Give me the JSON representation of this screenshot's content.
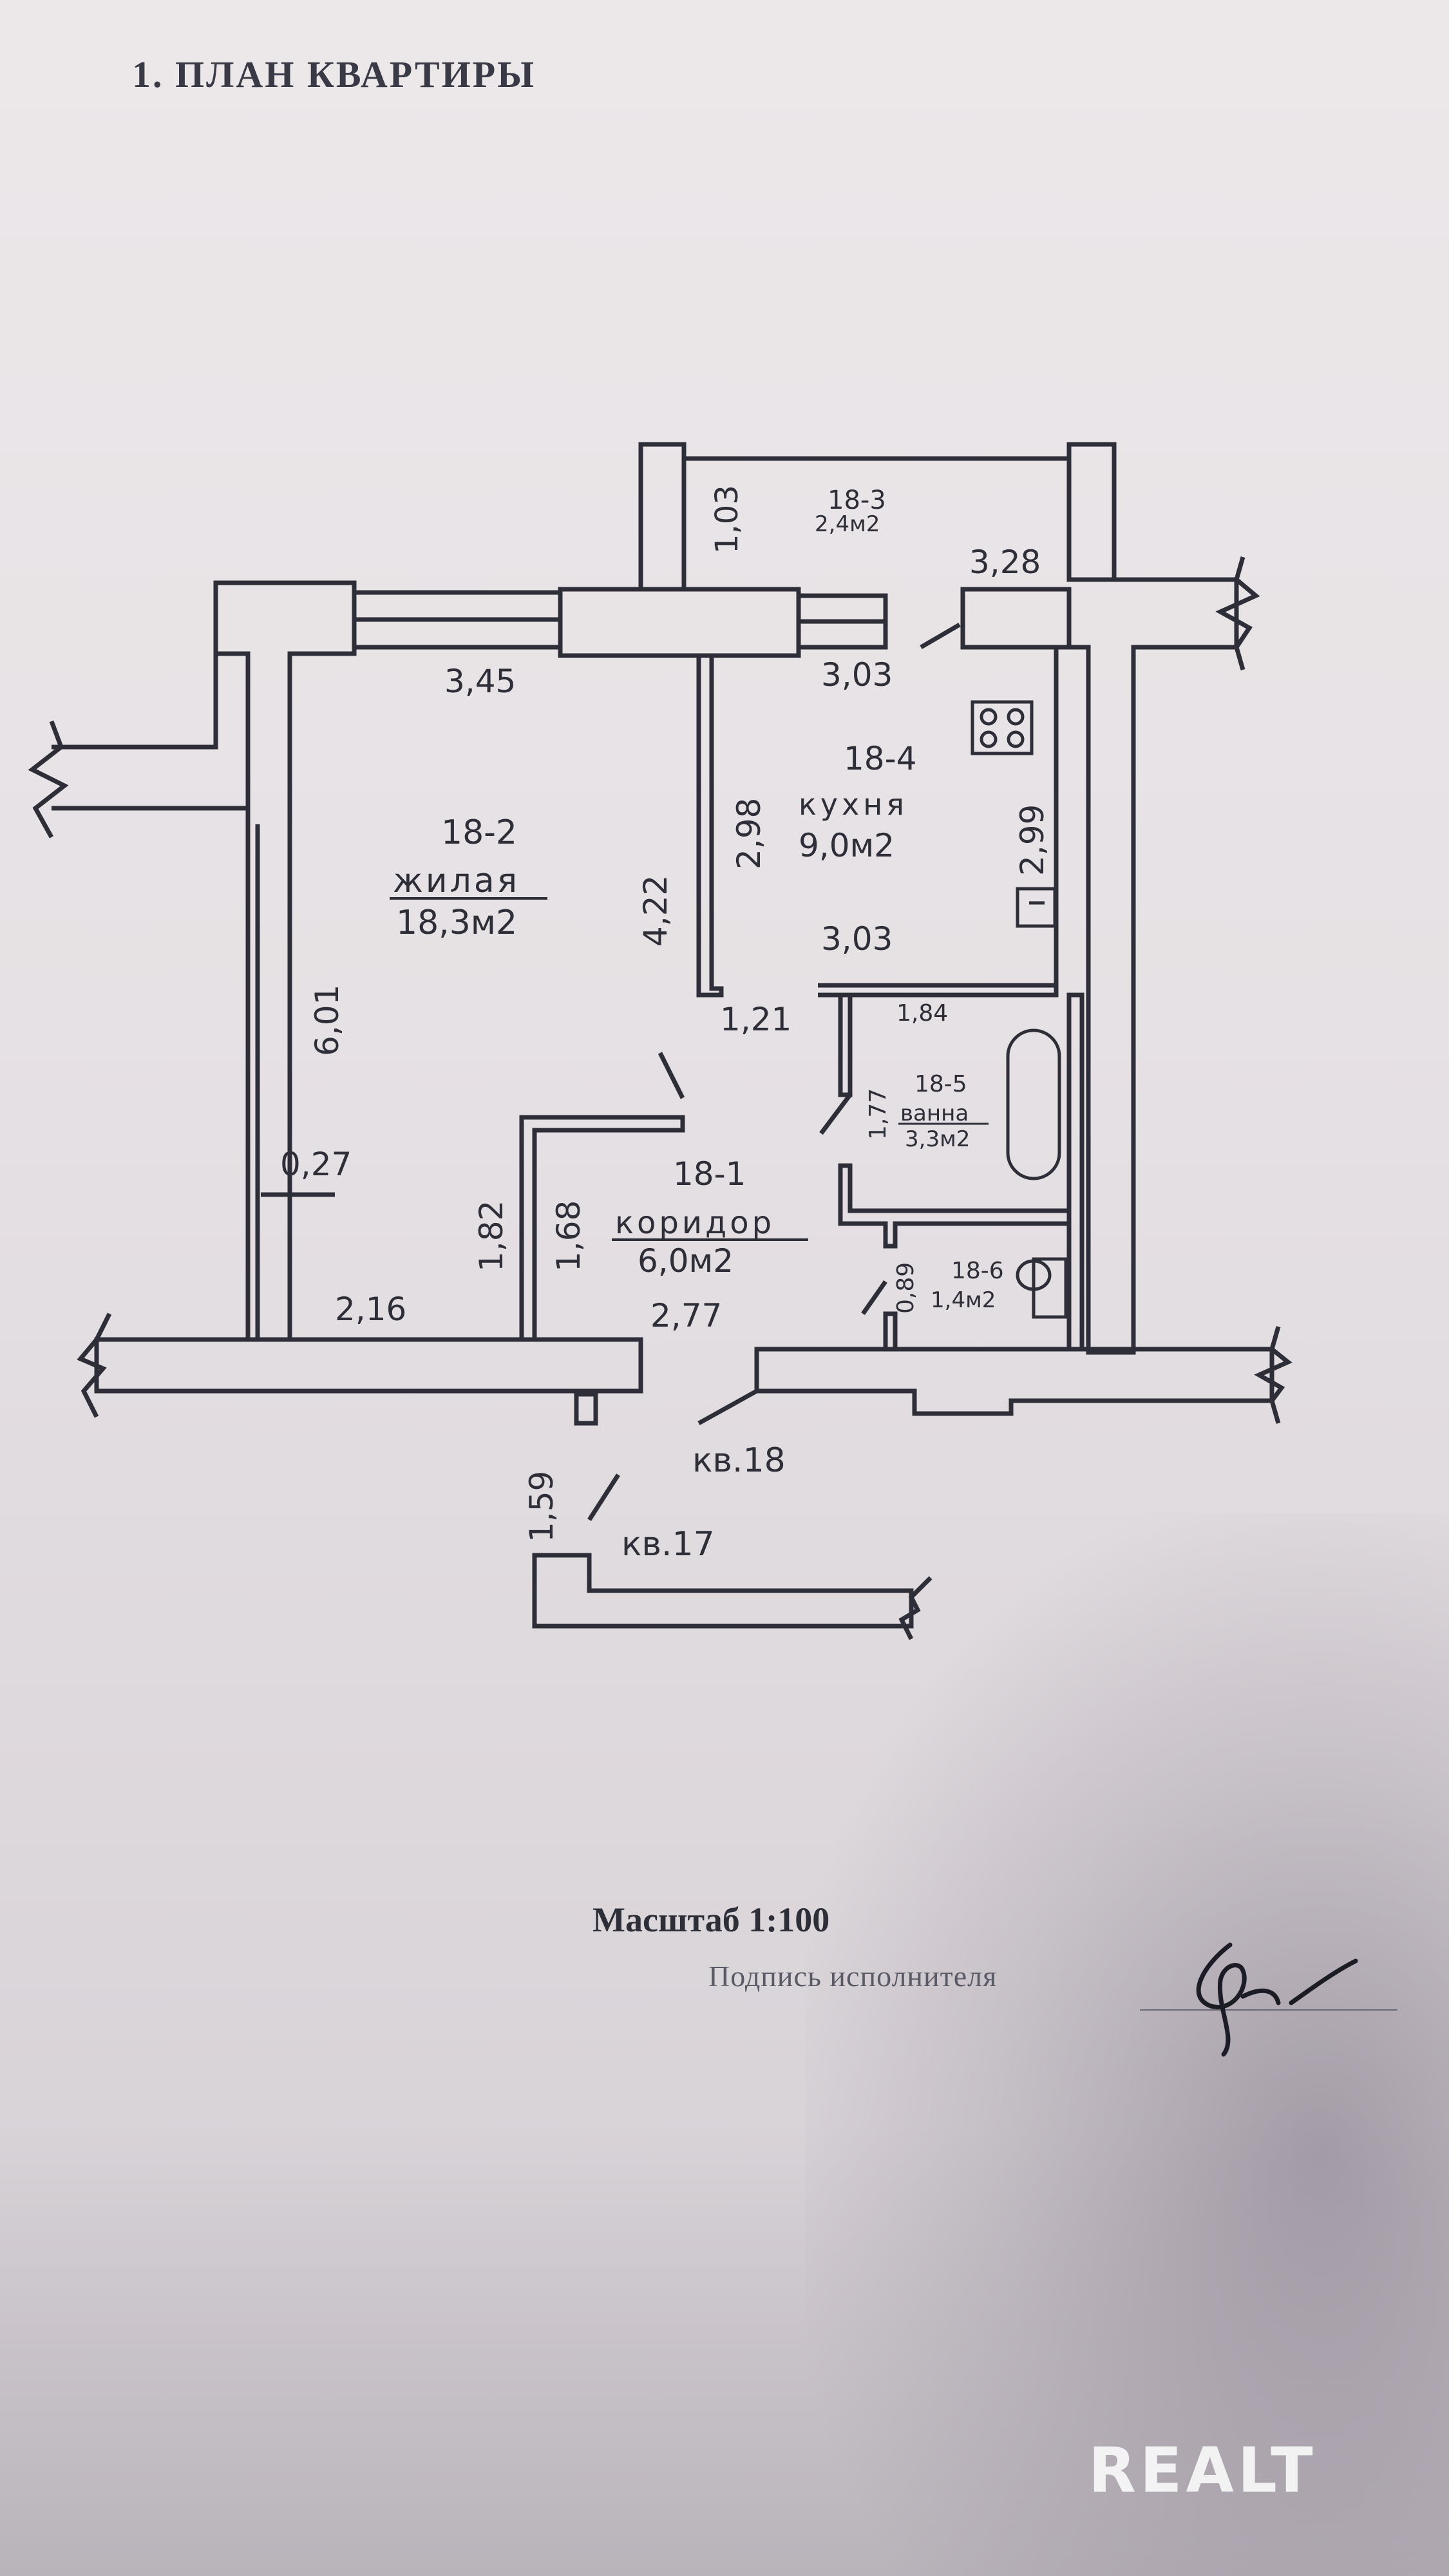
{
  "title": "1. ПЛАН КВАРТИРЫ",
  "rooms": [
    {
      "id": "18-2",
      "name": "жилая",
      "area": "18,3м2"
    },
    {
      "id": "18-3",
      "area": "2,4м2"
    },
    {
      "id": "18-4",
      "name": "кухня",
      "area": "9,0м2"
    },
    {
      "id": "18-5",
      "name": "ванна",
      "area": "3,3м2"
    },
    {
      "id": "18-6",
      "area": "1,4м2"
    },
    {
      "id": "18-1",
      "name": "коридор",
      "area": "6,0м2"
    }
  ],
  "dimensions": {
    "balcony_depth": "1,03",
    "balcony_width": "3,28",
    "living_width": "3,45",
    "kitchen_width_top": "3,03",
    "kitchen_depth_left": "2,98",
    "kitchen_depth_right": "2,99",
    "kitchen_width_bottom": "3,03",
    "living_depth": "6,01",
    "partition_length": "4,22",
    "corridor_opening": "1,21",
    "bath_width": "1,84",
    "bath_depth": "1,77",
    "wall_offset": "0,27",
    "living_niche_depth": "1,82",
    "corridor_depth": "1,68",
    "living_bottom": "2,16",
    "corridor_width": "2,77",
    "wc_depth": "0,89",
    "landing_depth": "1,59"
  },
  "apartment_labels": {
    "apt18": "кв.18",
    "apt17": "кв.17"
  },
  "scale": "Масштаб 1:100",
  "signature_label": "Подпись исполнителя",
  "watermark": "REALT"
}
